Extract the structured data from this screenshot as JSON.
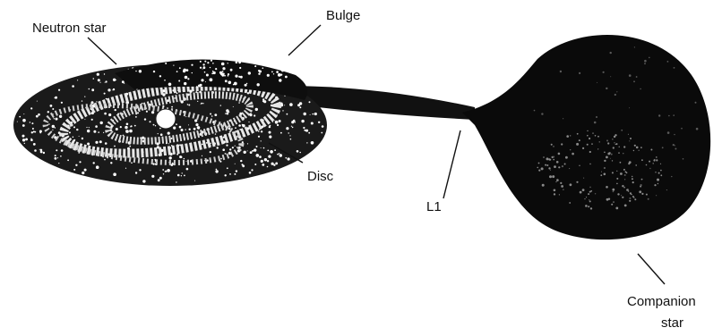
{
  "labels": {
    "neutron_star": "Neutron star",
    "bulge": "Bulge",
    "disc": "Disc",
    "l1": "L1",
    "companion_line1": "Companion",
    "companion_line2": "star"
  },
  "colors": {
    "ink": "#111111",
    "paper": "#ffffff"
  }
}
